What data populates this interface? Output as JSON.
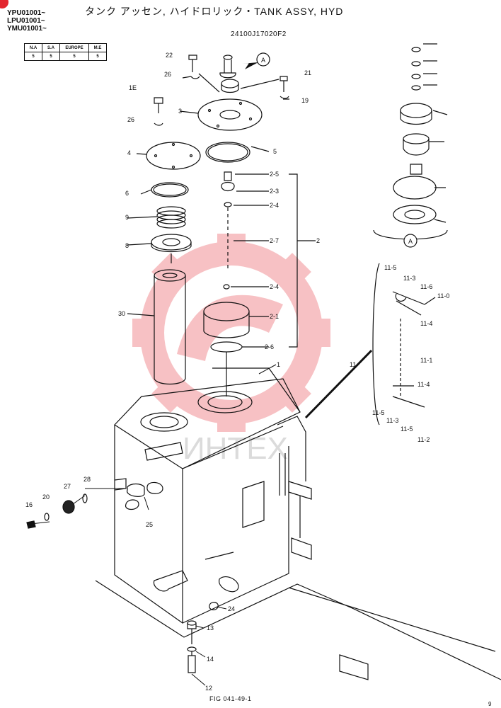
{
  "header": {
    "serials": [
      "YPU01001~",
      "LPU01001~",
      "YMU01001~"
    ],
    "title": "タンク アッセン, ハイドロリック・TANK ASSY, HYD",
    "part_number": "24100J17020F2"
  },
  "region_table": {
    "headers": [
      "N.A",
      "S.A",
      "EUROPE",
      "M.E"
    ],
    "values": [
      "5",
      "5",
      "5",
      "5"
    ]
  },
  "detail": {
    "marker": "A"
  },
  "labels": {
    "p22": "22",
    "p26a": "26",
    "p21": "21",
    "p19": "19",
    "p3": "3",
    "p1e": "1E",
    "p26b": "26",
    "p4": "4",
    "p5": "5",
    "p6": "6",
    "p9": "9",
    "p8": "8",
    "p30": "30",
    "p2_5": "2-5",
    "p2_3": "2-3",
    "p2_4a": "2-4",
    "p2_7": "2-7",
    "p2": "2",
    "p2_4b": "2-4",
    "p2_1": "2-1",
    "p2_6": "2-6",
    "p1": "1",
    "p11_5a": "11-5",
    "p11_3a": "11-3",
    "p11_6": "11-6",
    "p11_0": "11-0",
    "p11_4a": "11-4",
    "p11": "11",
    "p11_1": "11-1",
    "p11_4b": "11-4",
    "p11_5b": "11-5",
    "p11_3b": "11-3",
    "p11_5c": "11-5",
    "p11_2": "11-2",
    "p16": "16",
    "p20": "20",
    "p27": "27",
    "p28": "28",
    "p25": "25",
    "p24": "24",
    "p13": "13",
    "p14": "14",
    "p12": "12"
  },
  "watermark": {
    "text": "ИНТЕХ",
    "color": "#e3262e"
  },
  "footer": {
    "figure": "FIG 041-49-1",
    "page_corner": "9"
  },
  "colors": {
    "ink": "#111111",
    "watermark": "#e3262e"
  }
}
